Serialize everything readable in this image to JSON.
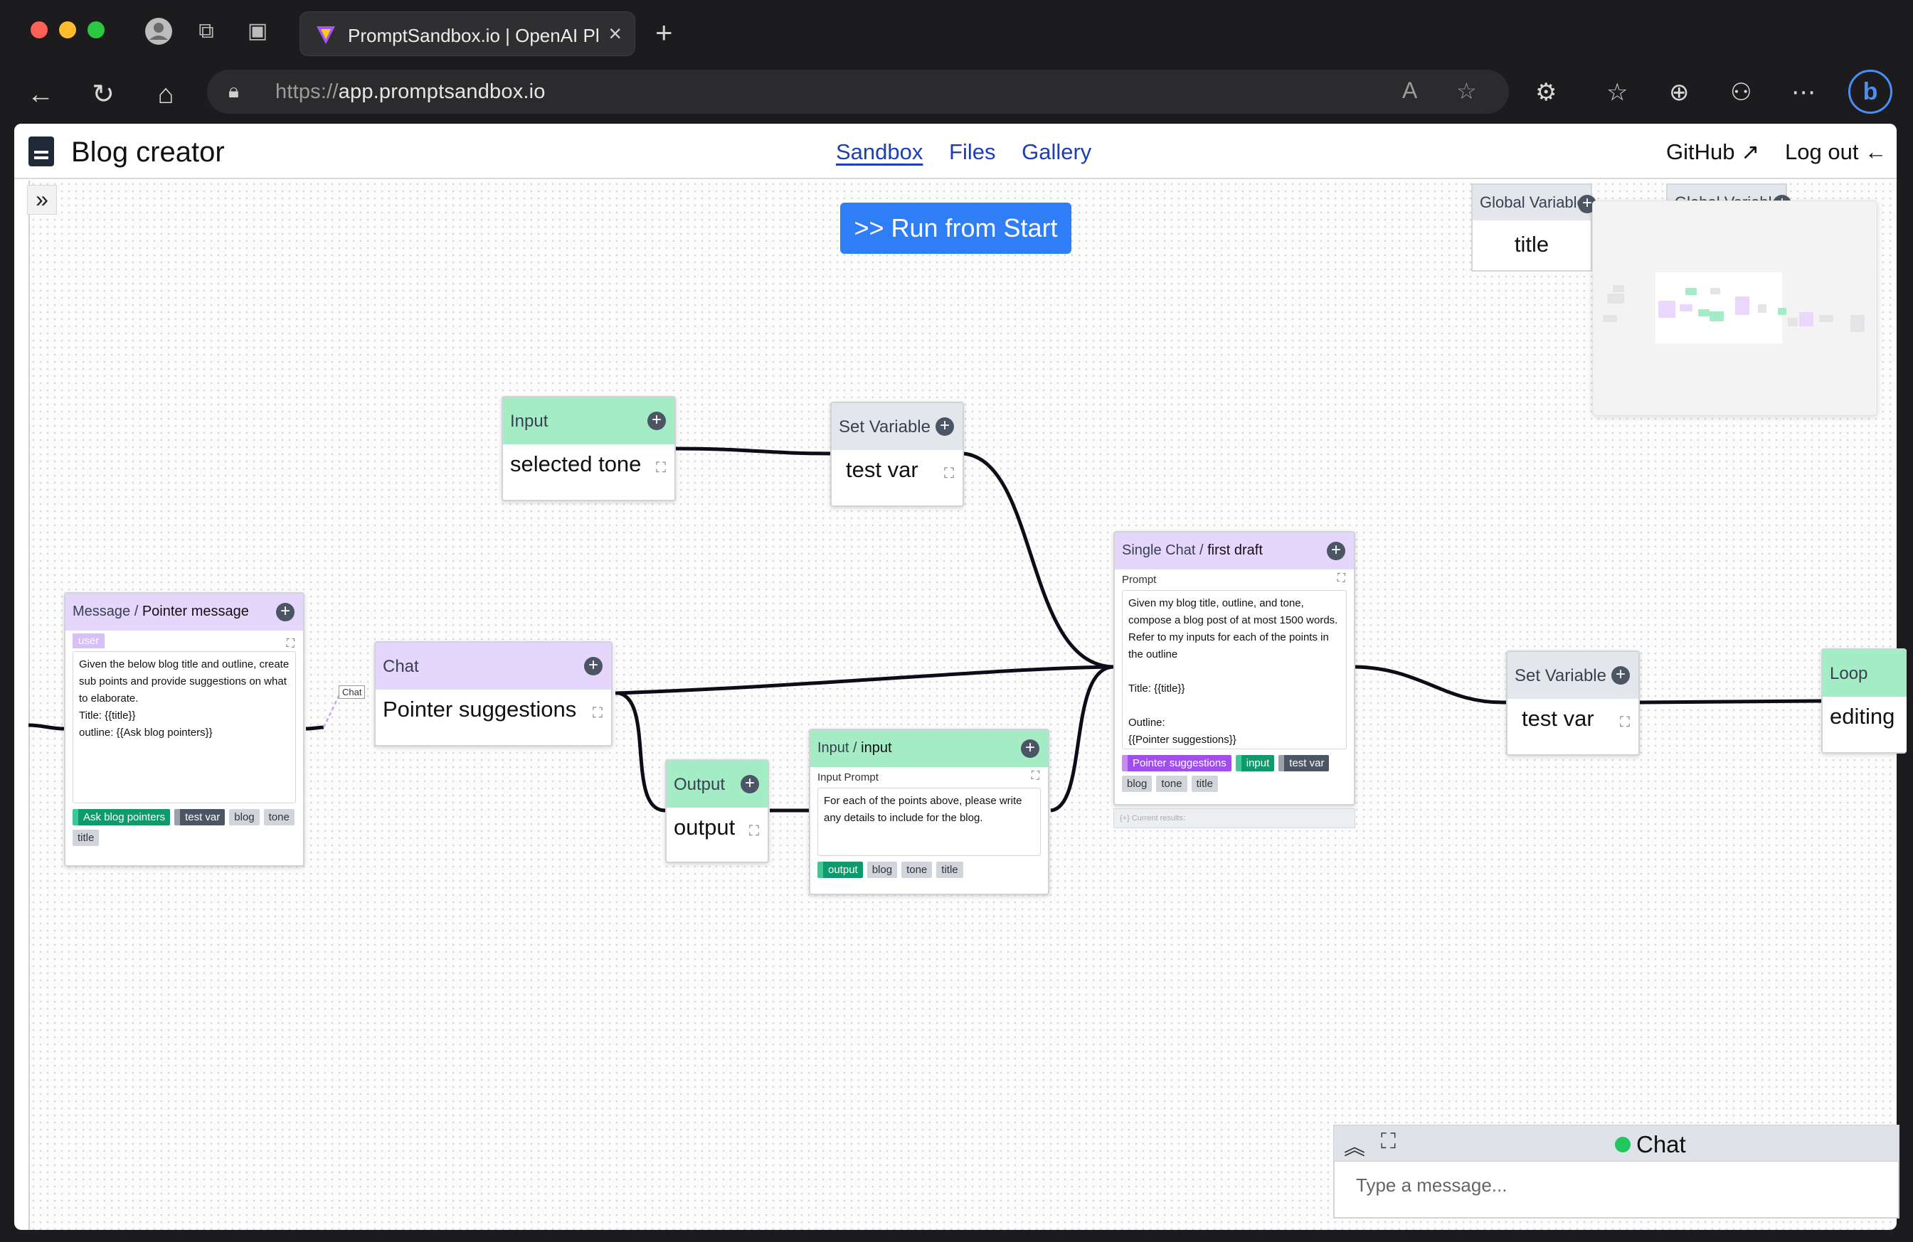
{
  "browser": {
    "tab_title": "PromptSandbox.io | OpenAI Pl",
    "url_scheme": "https://",
    "url_host": "app.promptsandbox.io"
  },
  "app": {
    "title": "Blog creator",
    "nav": {
      "sandbox": "Sandbox",
      "files": "Files",
      "gallery": "Gallery"
    },
    "github": "GitHub",
    "logout": "Log out ←",
    "run_button": ">> Run from Start"
  },
  "global_vars": [
    {
      "header": "Global Variable",
      "name": "title"
    },
    {
      "header": "Global Variable",
      "name": ""
    }
  ],
  "nodes": {
    "input_tone": {
      "type": "Input",
      "value": "selected tone"
    },
    "set_var_1": {
      "type": "Set Variable",
      "value": "test var"
    },
    "message": {
      "type": "Message /",
      "name": "Pointer message",
      "role": "user",
      "text": "Given the below blog title and outline, create sub points and provide suggestions on what to elaborate.\nTitle: {{title}}\noutline: {{Ask blog pointers}}",
      "tags": [
        "Ask blog pointers",
        "test var",
        "blog",
        "tone",
        "title"
      ]
    },
    "chat_connector": "Chat",
    "chat": {
      "type": "Chat",
      "value": "Pointer suggestions"
    },
    "output": {
      "type": "Output",
      "value": "output"
    },
    "input_input": {
      "type": "Input /",
      "name": "input",
      "sublabel": "Input Prompt",
      "text": "For each of the points above, please write any details to include for the blog.",
      "tags": [
        "output",
        "blog",
        "tone",
        "title"
      ]
    },
    "single_chat": {
      "type": "Single Chat /",
      "name": "first draft",
      "sublabel": "Prompt",
      "text": "Given my blog title, outline, and tone, compose a blog post of at most 1500 words. Refer to my inputs for each of the points in the outline\n\nTitle: {{title}}\n\nOutline:\n{{Pointer suggestions}}",
      "tags": [
        "Pointer suggestions",
        "input",
        "test var",
        "blog",
        "tone",
        "title"
      ],
      "results": "{+} Current results:"
    },
    "set_var_2": {
      "type": "Set Variable",
      "value": "test var"
    },
    "loop": {
      "type": "Loop",
      "value": "editing"
    }
  },
  "chat_panel": {
    "title": "Chat",
    "placeholder": "Type a message..."
  },
  "colors": {
    "accent_blue": "#2f7ef6",
    "node_green": "#a4ecc6",
    "node_purple": "#e5d6fb",
    "tag_green": "#0f9a6e",
    "tag_purple": "#a24ded"
  }
}
